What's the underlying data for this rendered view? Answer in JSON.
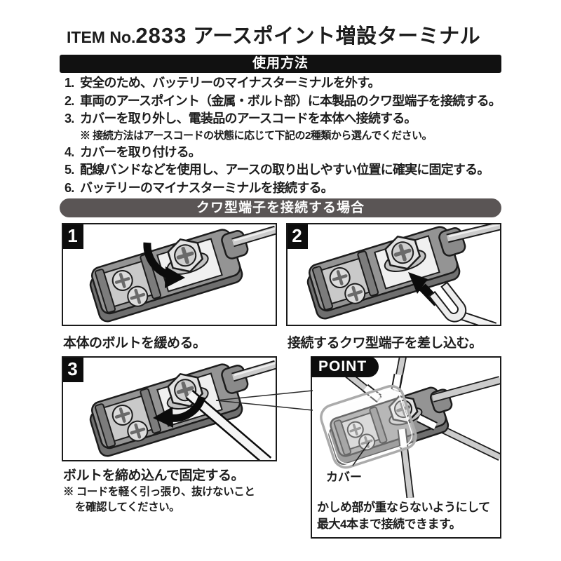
{
  "header": {
    "item_label": "ITEM No.",
    "item_number": "2833",
    "product_name": "アースポイント増設ターミナル"
  },
  "banners": {
    "usage": "使用方法",
    "kuwa_case": "クワ型端子を接続する場合"
  },
  "instructions": [
    {
      "num": "1.",
      "text": "安全のため、バッテリーのマイナスターミナルを外す。"
    },
    {
      "num": "2.",
      "text": "車両のアースポイント（金属・ボルト部）に本製品のクワ型端子を接続する。"
    },
    {
      "num": "3.",
      "text": "カバーを取り外し、電装品のアースコードを本体へ接続する。",
      "note": "※ 接続方法はアースコードの状態に応じて下記の2種類から選んでください。"
    },
    {
      "num": "4.",
      "text": "カバーを取り付ける。"
    },
    {
      "num": "5.",
      "text": "配線バンドなどを使用し、アースの取り出しやすい位置に確実に固定する。"
    },
    {
      "num": "6.",
      "text": "バッテリーのマイナスターミナルを接続する。"
    }
  ],
  "steps": [
    {
      "number": "1",
      "caption": "本体のボルトを緩める。"
    },
    {
      "number": "2",
      "caption": "接続するクワ型端子を差し込む。"
    },
    {
      "number": "3",
      "caption": "ボルトを締め込んで固定する。",
      "note_line1": "※ コードを軽く引っ張り、抜けないこと",
      "note_line2": "を確認してください。"
    }
  ],
  "point": {
    "label": "POINT",
    "cover_label": "カバー",
    "caption_line1": "かしめ部が重ならないようにして",
    "caption_line2": "最大4本まで接続できます。"
  },
  "colors": {
    "text": "#1d1d1d",
    "banner_black": "#111111",
    "banner_gray": "#5a5555",
    "panel_border": "#1a1a1a",
    "illustration_body": "#949494"
  }
}
